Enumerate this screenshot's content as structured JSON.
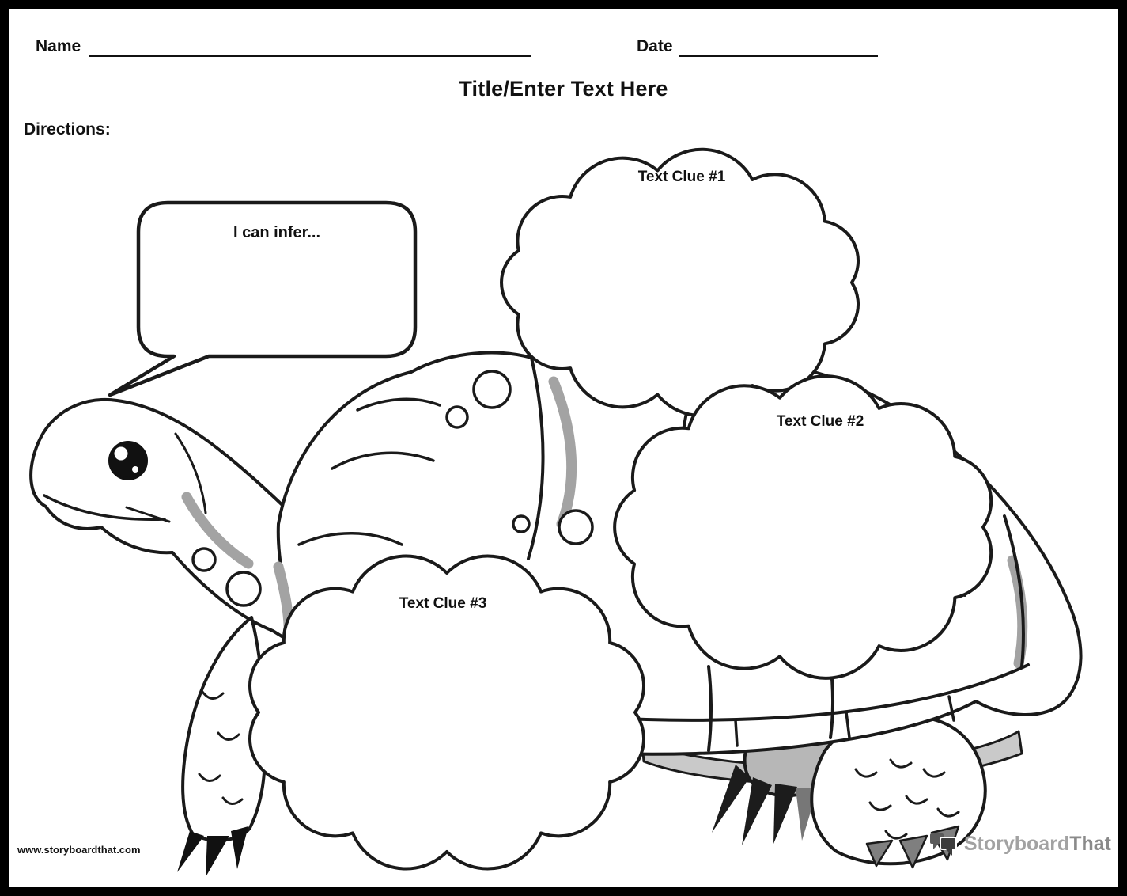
{
  "header": {
    "name_label": "Name",
    "date_label": "Date",
    "title": "Title/Enter Text Here",
    "directions_label": "Directions:"
  },
  "speech_bubble": {
    "label": "I can infer..."
  },
  "clouds": [
    {
      "label": "Text Clue #1"
    },
    {
      "label": "Text Clue #2"
    },
    {
      "label": "Text Clue #3"
    }
  ],
  "footer": {
    "website": "www.storyboardthat.com",
    "brand_storyboard": "Storyboard",
    "brand_that": "That"
  },
  "colors": {
    "ink": "#1a1a1a",
    "shading_gray": "#a3a3a3",
    "belly_gray": "#c9c9c9",
    "brand_gray": "#9b9b9b"
  }
}
